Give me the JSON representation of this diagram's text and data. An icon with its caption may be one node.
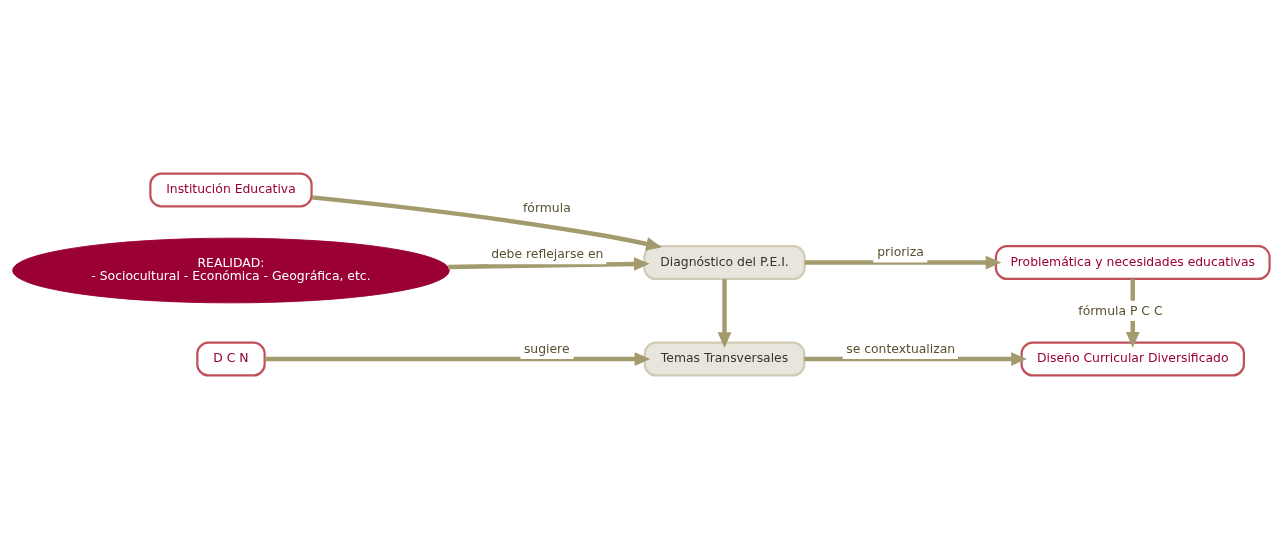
{
  "diagram": {
    "nodes": [
      {
        "text": [
          "REALIDAD:",
          "- Sociocultural - Económica - Geográfica, etc."
        ]
      },
      {
        "text": [
          "Institución Educativa"
        ]
      },
      {
        "text": [
          "Diagnóstico del P.E.I."
        ]
      },
      {
        "text": [
          "Problemática y necesidades educativas"
        ]
      },
      {
        "text": [
          "D C N"
        ]
      },
      {
        "text": [
          "Temas Transversales"
        ]
      },
      {
        "text": [
          "Diseño Curricular Diversificado"
        ]
      }
    ],
    "edges": [
      {
        "from": 0,
        "to": 2,
        "arrow": "to",
        "label": "debe reflejarse en"
      },
      {
        "from": 1,
        "to": 2,
        "arrow": "to",
        "label": "fórmula"
      },
      {
        "from": 2,
        "to": 3,
        "arrow": "to",
        "label": "prioriza"
      },
      {
        "from": 3,
        "to": 6,
        "arrow": "to",
        "label": "fórmula P C C"
      },
      {
        "from": 2,
        "to": 5,
        "arrow": "to"
      },
      {
        "from": 4,
        "to": 5,
        "arrow": "to",
        "label": "sugiere"
      },
      {
        "from": 5,
        "to": 6,
        "arrow": "to",
        "label": "se contextualizan"
      }
    ]
  }
}
